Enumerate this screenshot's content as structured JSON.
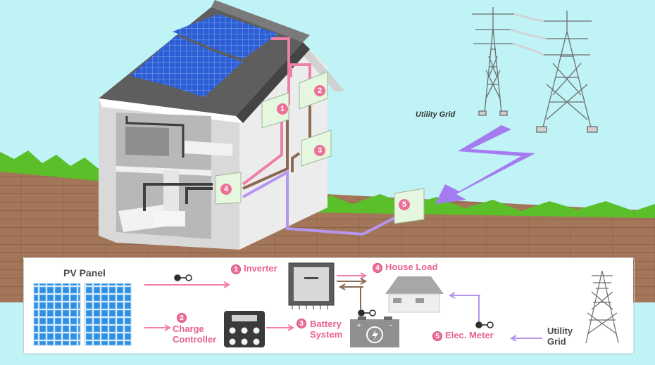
{
  "scene": {
    "utility_grid_label": "Utility Grid",
    "box_numbers": [
      "1",
      "2",
      "3",
      "4",
      "5"
    ]
  },
  "legend": {
    "pv_panel": "PV Panel",
    "inverter": {
      "number": "1",
      "label": "Inverter"
    },
    "charge_controller": {
      "number": "2",
      "label_line1": "Charge",
      "label_line2": "Controller"
    },
    "battery_system": {
      "number": "3",
      "label_line1": "Battery",
      "label_line2": "System"
    },
    "house_load": {
      "number": "4",
      "label": "House Load"
    },
    "elec_meter": {
      "number": "5",
      "label": "Elec. Meter"
    },
    "utility_grid": {
      "label_line1": "Utility",
      "label_line2": "Grid"
    }
  },
  "colors": {
    "sky": "#bff3f6",
    "grass": "#5bbf2a",
    "soil": "#a07458",
    "roof": "#5e5e5e",
    "solar_cell": "#2c5fd6",
    "pink_wire": "#f07ea6",
    "purple_wire": "#b596ee",
    "brown_wire": "#8a6a52",
    "lightning": "#a57cf0",
    "legend_pink": "#e8638f"
  }
}
